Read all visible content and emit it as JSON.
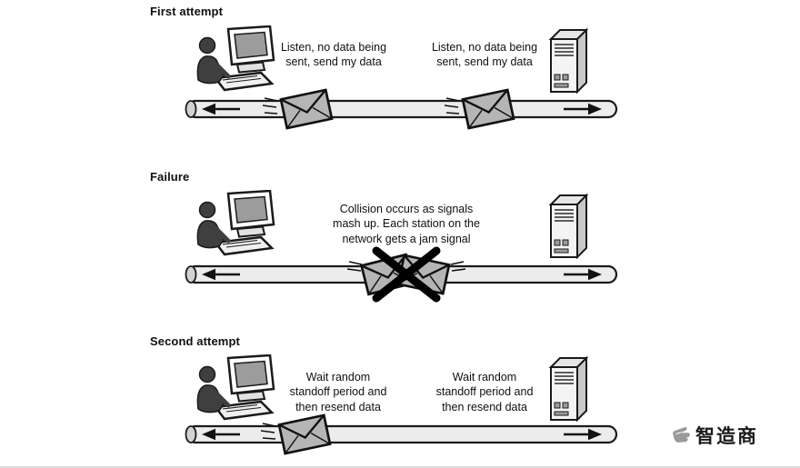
{
  "diagram": {
    "rows": [
      {
        "label": "First attempt",
        "left_message": "Listen, no data being\nsent, send my data",
        "right_message": "Listen, no data being\nsent, send my data"
      },
      {
        "label": "Failure",
        "center_message": "Collision occurs as signals\nmash up. Each station on the\nnetwork gets a jam signal"
      },
      {
        "label": "Second attempt",
        "left_message": "Wait random\nstandoff period and\nthen resend data",
        "right_message": "Wait random\nstandoff period and\nthen resend data"
      }
    ],
    "icons": {
      "workstation": "user-at-computer-icon",
      "server": "server-tower-icon",
      "packet": "envelope-packet-icon",
      "bus": "network-cable-bus",
      "collision": "collision-x-icon",
      "watermark": "logo-hand-icon"
    },
    "watermark": {
      "text": "智造商"
    },
    "colors": {
      "ink": "#111111",
      "envelope": "#b5b5b5",
      "cable": "#ececec",
      "watermark_icon": "#9a9a9a"
    }
  }
}
